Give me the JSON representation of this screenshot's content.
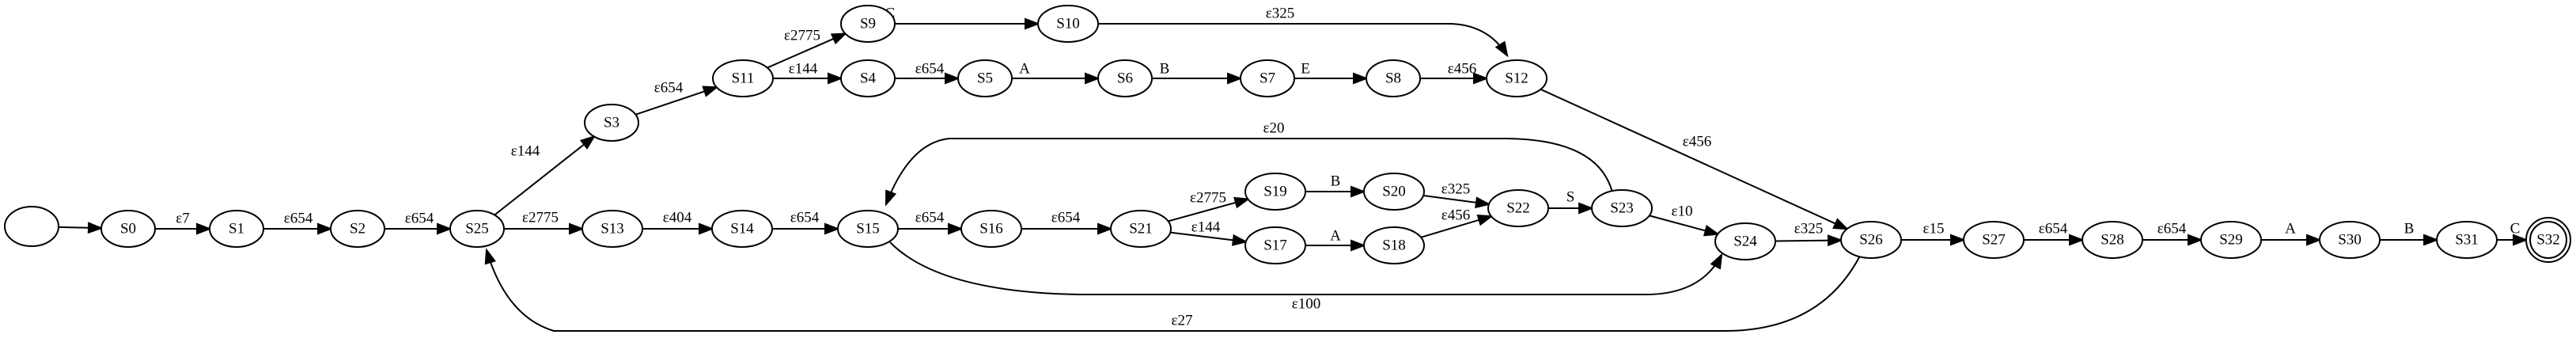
{
  "graph": {
    "nodes": [
      {
        "id": "start",
        "label": ""
      },
      {
        "id": "S0",
        "label": "S0"
      },
      {
        "id": "S1",
        "label": "S1"
      },
      {
        "id": "S2",
        "label": "S2"
      },
      {
        "id": "S25",
        "label": "S25"
      },
      {
        "id": "S3",
        "label": "S3"
      },
      {
        "id": "S11",
        "label": "S11"
      },
      {
        "id": "S9",
        "label": "S9"
      },
      {
        "id": "S10",
        "label": "S10"
      },
      {
        "id": "S4",
        "label": "S4"
      },
      {
        "id": "S5",
        "label": "S5"
      },
      {
        "id": "S6",
        "label": "S6"
      },
      {
        "id": "S7",
        "label": "S7"
      },
      {
        "id": "S8",
        "label": "S8"
      },
      {
        "id": "S12",
        "label": "S12"
      },
      {
        "id": "S13",
        "label": "S13"
      },
      {
        "id": "S14",
        "label": "S14"
      },
      {
        "id": "S15",
        "label": "S15"
      },
      {
        "id": "S16",
        "label": "S16"
      },
      {
        "id": "S21",
        "label": "S21"
      },
      {
        "id": "S19",
        "label": "S19"
      },
      {
        "id": "S20",
        "label": "S20"
      },
      {
        "id": "S17",
        "label": "S17"
      },
      {
        "id": "S18",
        "label": "S18"
      },
      {
        "id": "S22",
        "label": "S22"
      },
      {
        "id": "S23",
        "label": "S23"
      },
      {
        "id": "S24",
        "label": "S24"
      },
      {
        "id": "S26",
        "label": "S26"
      },
      {
        "id": "S27",
        "label": "S27"
      },
      {
        "id": "S28",
        "label": "S28"
      },
      {
        "id": "S29",
        "label": "S29"
      },
      {
        "id": "S30",
        "label": "S30"
      },
      {
        "id": "S31",
        "label": "S31"
      },
      {
        "id": "S32",
        "label": "S32",
        "accepting": true
      }
    ],
    "edges": [
      {
        "from": "start",
        "to": "S0",
        "label": ""
      },
      {
        "from": "S0",
        "to": "S1",
        "label": "ε7"
      },
      {
        "from": "S1",
        "to": "S2",
        "label": "ε654"
      },
      {
        "from": "S2",
        "to": "S25",
        "label": "ε654"
      },
      {
        "from": "S25",
        "to": "S3",
        "label": "ε144"
      },
      {
        "from": "S25",
        "to": "S13",
        "label": "ε2775"
      },
      {
        "from": "S3",
        "to": "S11",
        "label": "ε654"
      },
      {
        "from": "S11",
        "to": "S9",
        "label": "ε2775"
      },
      {
        "from": "S11",
        "to": "S4",
        "label": "ε144"
      },
      {
        "from": "S9",
        "to": "S10",
        "label": "C"
      },
      {
        "from": "S10",
        "to": "S12",
        "label": "ε325"
      },
      {
        "from": "S4",
        "to": "S5",
        "label": "ε654"
      },
      {
        "from": "S5",
        "to": "S6",
        "label": "A"
      },
      {
        "from": "S6",
        "to": "S7",
        "label": "B"
      },
      {
        "from": "S7",
        "to": "S8",
        "label": "E"
      },
      {
        "from": "S8",
        "to": "S12",
        "label": "ε456"
      },
      {
        "from": "S12",
        "to": "S26",
        "label": "ε456"
      },
      {
        "from": "S13",
        "to": "S14",
        "label": "ε404"
      },
      {
        "from": "S14",
        "to": "S15",
        "label": "ε654"
      },
      {
        "from": "S15",
        "to": "S16",
        "label": "ε654"
      },
      {
        "from": "S16",
        "to": "S21",
        "label": "ε654"
      },
      {
        "from": "S21",
        "to": "S19",
        "label": "ε2775"
      },
      {
        "from": "S21",
        "to": "S17",
        "label": "ε144"
      },
      {
        "from": "S19",
        "to": "S20",
        "label": "B"
      },
      {
        "from": "S20",
        "to": "S22",
        "label": "ε325"
      },
      {
        "from": "S17",
        "to": "S18",
        "label": "A"
      },
      {
        "from": "S18",
        "to": "S22",
        "label": "ε456"
      },
      {
        "from": "S22",
        "to": "S23",
        "label": "S"
      },
      {
        "from": "S23",
        "to": "S15",
        "label": "ε20"
      },
      {
        "from": "S23",
        "to": "S24",
        "label": "ε10"
      },
      {
        "from": "S15",
        "to": "S24",
        "label": "ε100"
      },
      {
        "from": "S24",
        "to": "S26",
        "label": "ε325"
      },
      {
        "from": "S26",
        "to": "S25",
        "label": "ε27"
      },
      {
        "from": "S26",
        "to": "S27",
        "label": "ε15"
      },
      {
        "from": "S27",
        "to": "S28",
        "label": "ε654"
      },
      {
        "from": "S28",
        "to": "S29",
        "label": "ε654"
      },
      {
        "from": "S29",
        "to": "S30",
        "label": "A"
      },
      {
        "from": "S30",
        "to": "S31",
        "label": "B"
      },
      {
        "from": "S31",
        "to": "S32",
        "label": "C"
      }
    ]
  }
}
